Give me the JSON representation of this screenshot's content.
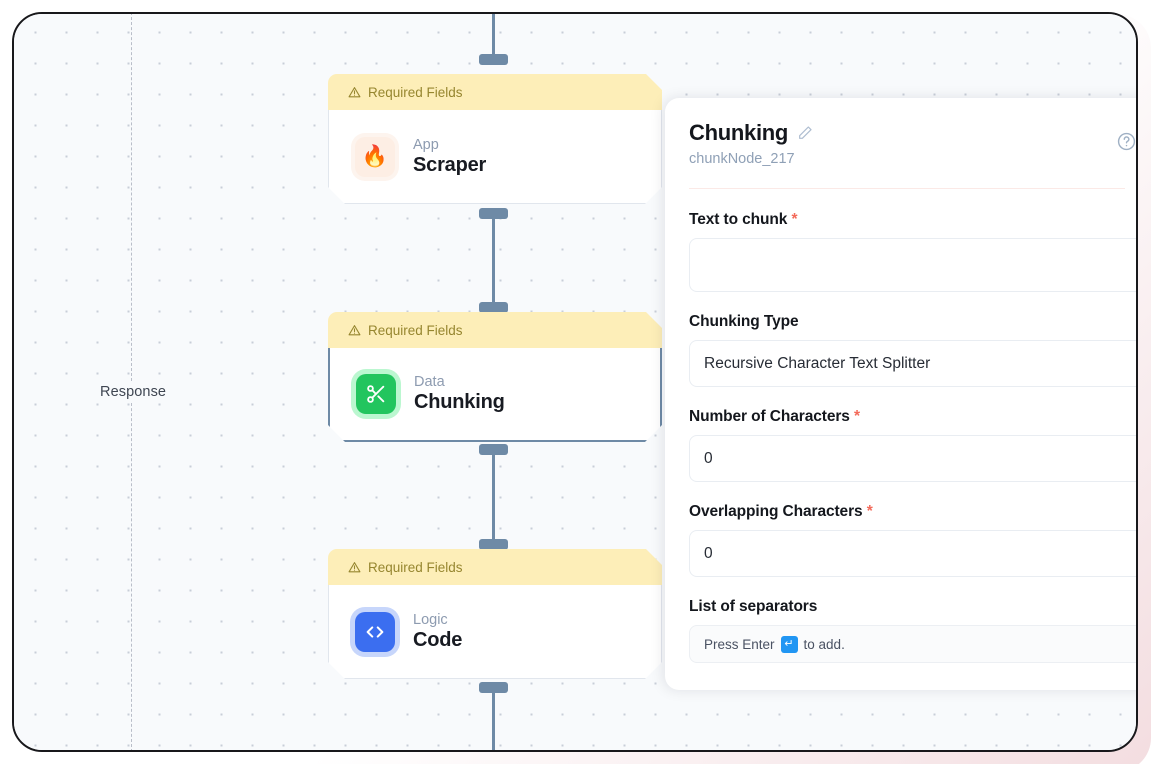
{
  "canvas": {
    "response_label": "Response",
    "edge_label_hidden": ""
  },
  "nodes": [
    {
      "banner": "Required Fields",
      "kind": "App",
      "title": "Scraper",
      "icon": "flame-icon",
      "selected": false
    },
    {
      "banner": "Required Fields",
      "kind": "Data",
      "title": "Chunking",
      "icon": "scissors-icon",
      "selected": true
    },
    {
      "banner": "Required Fields",
      "kind": "Logic",
      "title": "Code",
      "icon": "code-brackets-icon",
      "selected": false
    }
  ],
  "panel": {
    "title": "Chunking",
    "subtitle": "chunkNode_217",
    "edit_icon": "pencil-icon",
    "help_icon": "question-circle-icon",
    "fields": [
      {
        "label": "Text to chunk",
        "required": true,
        "value": "",
        "type": "textarea"
      },
      {
        "label": "Chunking Type",
        "required": false,
        "value": "Recursive Character Text Splitter",
        "type": "select"
      },
      {
        "label": "Number of Characters",
        "required": true,
        "value": "0",
        "type": "number"
      },
      {
        "label": "Overlapping Characters",
        "required": true,
        "value": "0",
        "type": "number"
      },
      {
        "label": "List of separators",
        "required": false,
        "value": "",
        "type": "tags",
        "hint_prefix": "Press Enter",
        "hint_key": "↵",
        "hint_suffix": "to add."
      }
    ]
  },
  "colors": {
    "banner_bg": "#fdeeb8",
    "banner_text": "#96862f",
    "accent_selected": "#6e8aa6",
    "required_star": "#f36a5a",
    "enter_key_bg": "#2196f3",
    "data_icon": "#22c55e",
    "logic_icon": "#3b6ef0"
  }
}
